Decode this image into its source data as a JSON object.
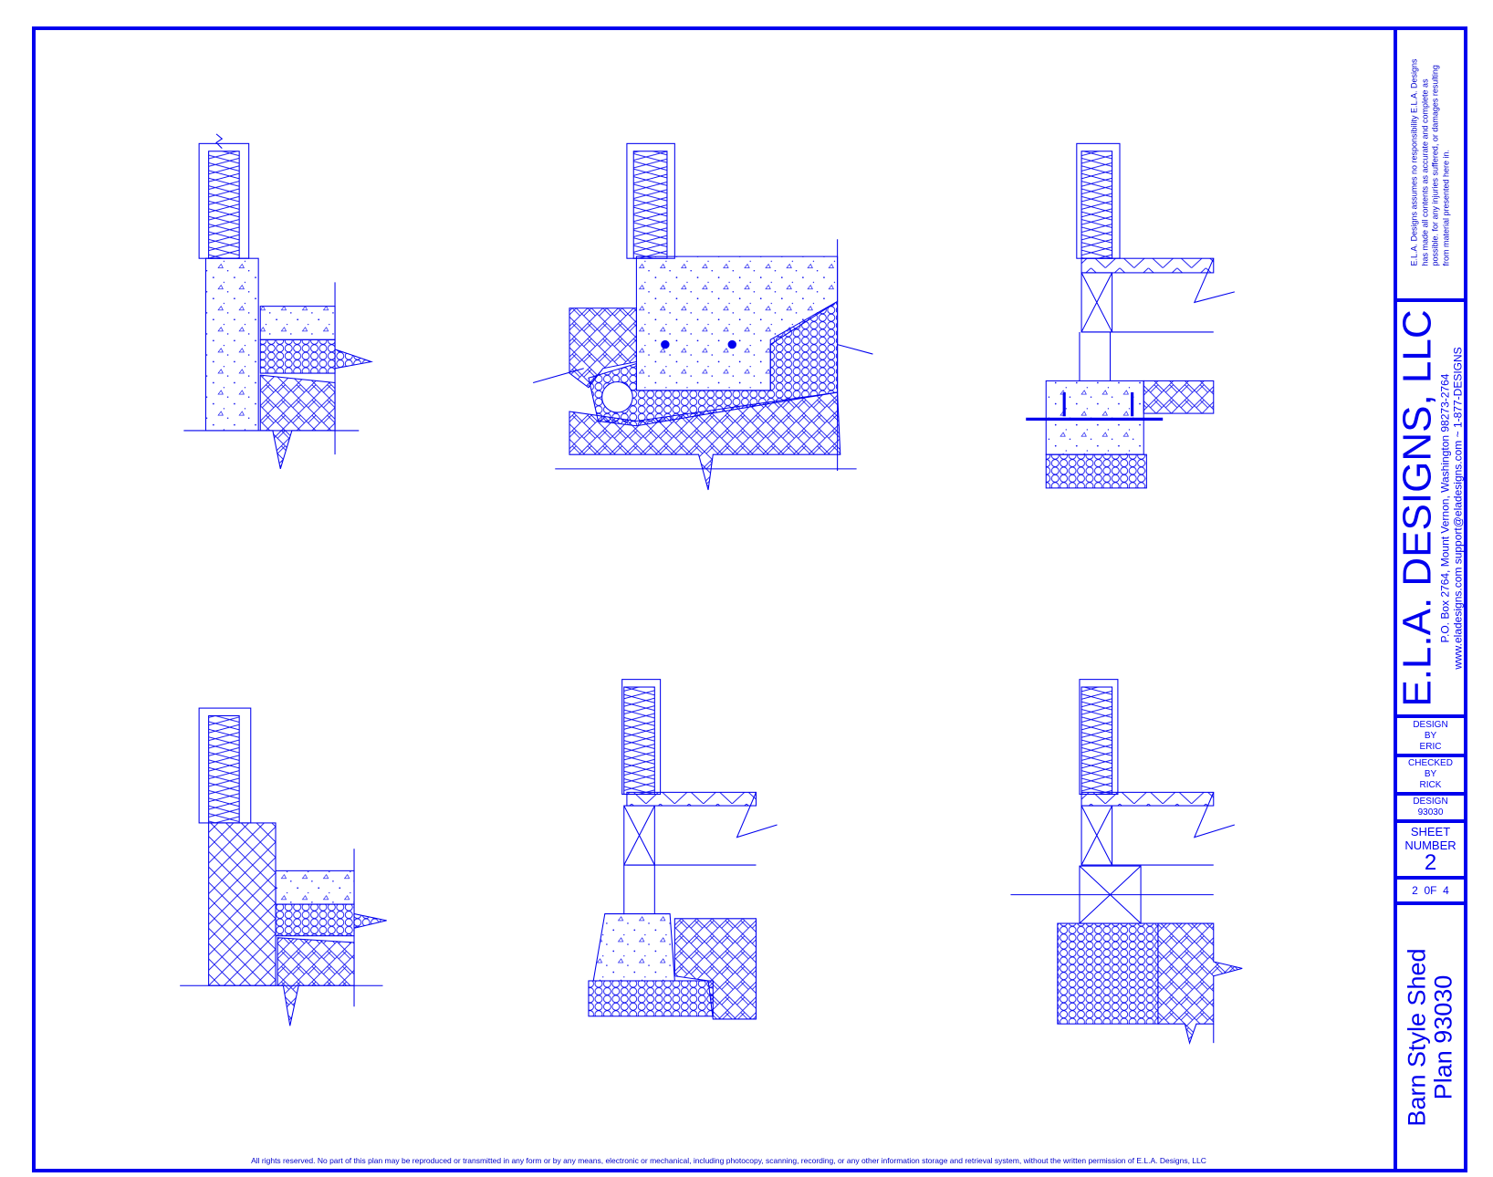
{
  "title_block": {
    "disclaimer": [
      "E.L.A. Designs assumes no responsibility  E.L.A. Designs",
      "has made all contents as accurate and complete as",
      "possible. for any injuries suffered, or damages resulting",
      "from material presented here in."
    ],
    "company": "E.L.A. DESIGNS, LLC",
    "address": "P.O. Box 2764, Mount Vernon, Washington 98273-2764",
    "contact": "www.eladesigns.com support@eladesigns.com ~ 1-877-DESIGNS",
    "design_by": [
      "DESIGN",
      "BY",
      "ERIC"
    ],
    "checked_by": [
      "CHECKED",
      "BY",
      "RICK"
    ],
    "design_no": [
      "DESIGN",
      "93030"
    ],
    "sheet_label": [
      "SHEET",
      "NUMBER"
    ],
    "sheet_number": "2",
    "sheet_of": "2  0F  4",
    "plan_title": [
      "Barn Style Shed",
      "Plan 93030"
    ]
  },
  "footer": "All rights reserved. No part of this plan may be reproduced or transmitted in any form or by any means, electronic or mechanical, including photocopy, scanning, recording, or any other information storage and retrieval system, without the written permission of E.L.A. Designs, LLC",
  "colors": {
    "line": "#0000ee"
  }
}
